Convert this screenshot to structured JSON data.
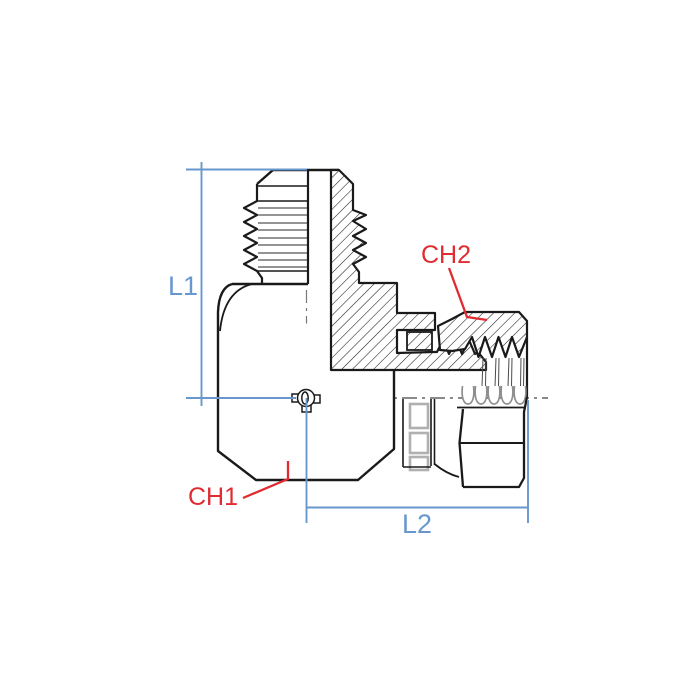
{
  "diagram": {
    "labels": {
      "l1": "L1",
      "l2": "L2",
      "ch1": "CH1",
      "ch2": "CH2"
    },
    "colors": {
      "dimension_blue": "#6897ce",
      "annotation_red": "#e02b33",
      "outline_black": "#1a1a1a",
      "detail_gray": "#b0b0b0"
    }
  }
}
